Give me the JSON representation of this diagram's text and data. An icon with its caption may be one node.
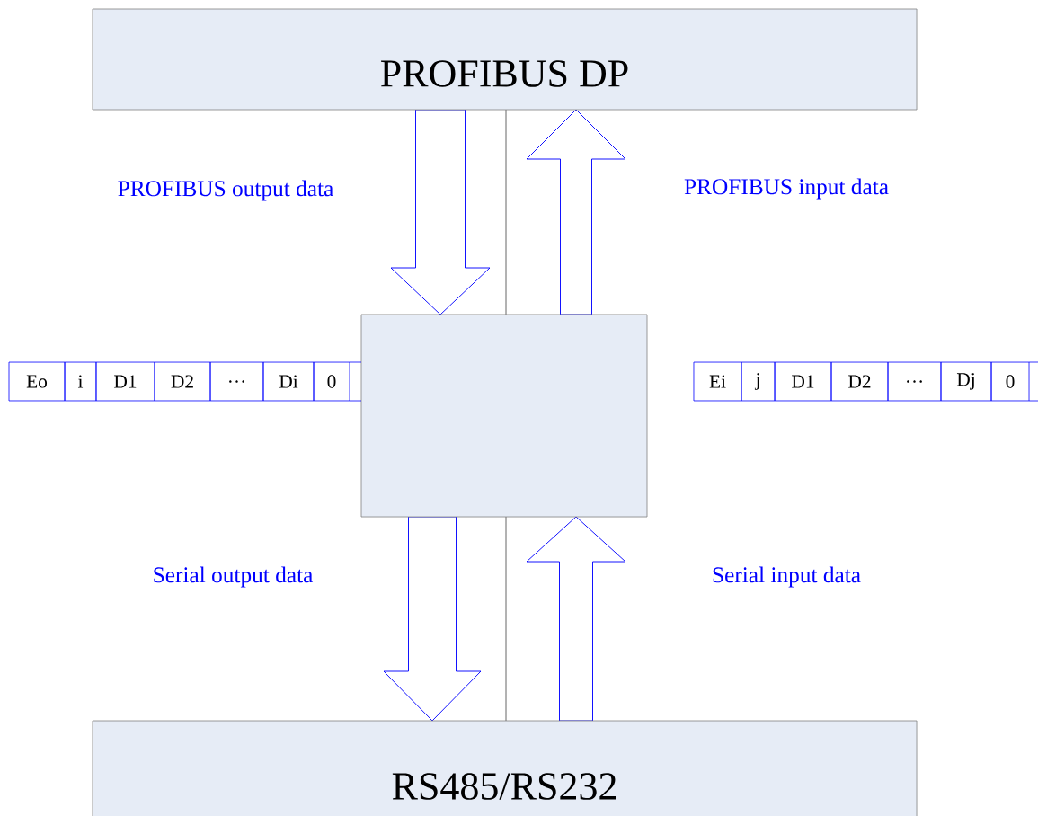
{
  "diagram": {
    "nodes": [
      {
        "text": [
          "PROFIBUS  DP"
        ]
      },
      {
        "text": [],
        "shape": "box"
      },
      {
        "text": [
          "RS485/RS232"
        ]
      }
    ],
    "edges": [
      {
        "from": 0,
        "to": 1,
        "arrow": "to"
      },
      {
        "from": 1,
        "to": 0,
        "arrow": "to"
      },
      {
        "from": 0,
        "to": 1,
        "arrow": "none",
        "color": "#404040"
      },
      {
        "from": 1,
        "to": 2,
        "arrow": "to"
      },
      {
        "from": 2,
        "to": 1,
        "arrow": "to"
      },
      {
        "from": 1,
        "to": 2,
        "arrow": "none",
        "color": "#404040"
      }
    ],
    "labels": [
      "PROFIBUS output data",
      "PROFIBUS input data",
      "Eo",
      "i",
      "D1",
      "D2",
      "…",
      "Di",
      "0",
      "Ei",
      "j",
      "D1",
      "D2",
      "…",
      "Dj",
      "0",
      "Serial output data",
      "Serial input data"
    ]
  }
}
